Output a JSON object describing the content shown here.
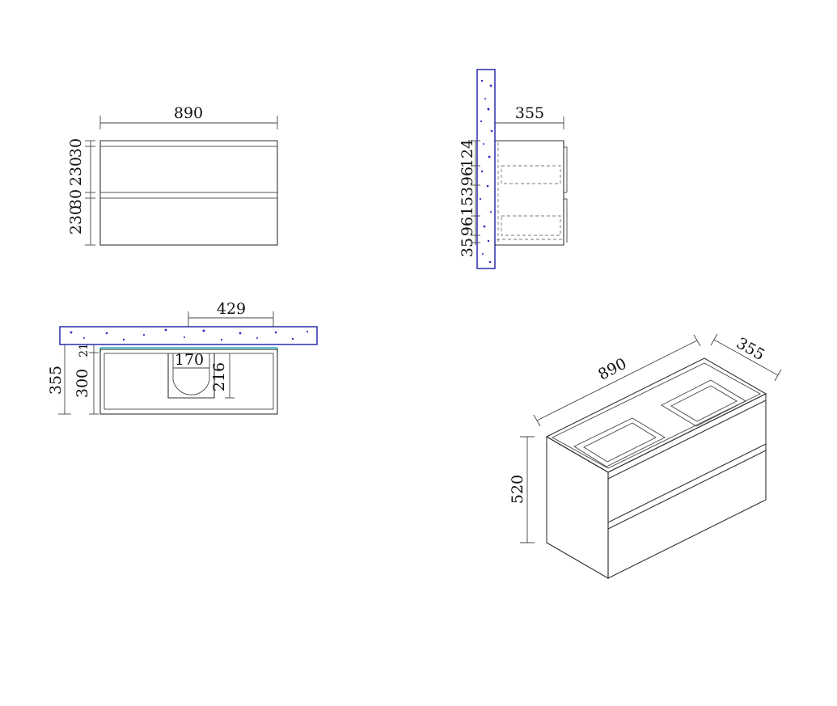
{
  "front_view": {
    "width": "890",
    "heights": [
      "30",
      "230",
      "30",
      "230"
    ]
  },
  "side_view": {
    "depth": "355",
    "heights": [
      "124",
      "96",
      "153",
      "96",
      "35"
    ]
  },
  "top_view": {
    "basin_offset": "429",
    "basin_width": "170",
    "basin_depth": "216",
    "total_depth": "355",
    "body_depth": "300",
    "gap": "21"
  },
  "iso_view": {
    "width": "890",
    "depth": "355",
    "height": "520"
  },
  "colors": {
    "line": "#333333",
    "wall_outline": "#1c1ca8",
    "wall_speckle": "#2a2ac4",
    "countertop_edge": "#2bb7c9"
  }
}
